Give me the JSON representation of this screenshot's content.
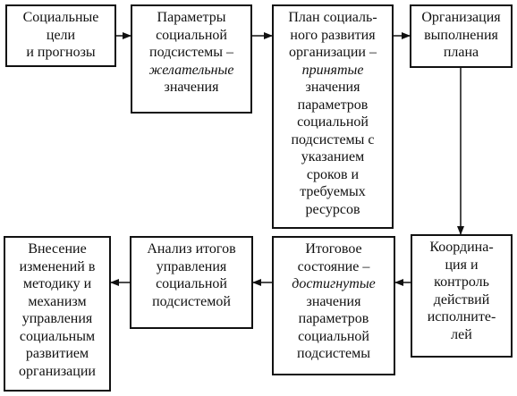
{
  "boxes": [
    {
      "id": "social-goals",
      "lines": [
        {
          "t": "Социальные"
        },
        {
          "t": "цели"
        },
        {
          "t": "и прогнозы"
        }
      ]
    },
    {
      "id": "parameters",
      "lines": [
        {
          "t": "Параметры"
        },
        {
          "t": "социальной"
        },
        {
          "t": "подсистемы –"
        },
        {
          "t": "желательные",
          "i": true
        },
        {
          "t": "значения"
        }
      ]
    },
    {
      "id": "plan",
      "lines": [
        {
          "t": "План социаль-"
        },
        {
          "t": "ного развития"
        },
        {
          "t": "организации –"
        },
        {
          "t": "принятые",
          "i": true
        },
        {
          "t": "значения"
        },
        {
          "t": "параметров"
        },
        {
          "t": "социальной"
        },
        {
          "t": "подсистемы с"
        },
        {
          "t": "указанием"
        },
        {
          "t": "сроков и"
        },
        {
          "t": "требуемых"
        },
        {
          "t": "ресурсов"
        }
      ]
    },
    {
      "id": "organization",
      "lines": [
        {
          "t": "Организация"
        },
        {
          "t": "выполнения"
        },
        {
          "t": "плана"
        }
      ]
    },
    {
      "id": "coordination",
      "lines": [
        {
          "t": "Координа-"
        },
        {
          "t": "ция и"
        },
        {
          "t": "контроль"
        },
        {
          "t": "действий"
        },
        {
          "t": "исполните-"
        },
        {
          "t": "лей"
        }
      ]
    },
    {
      "id": "final-state",
      "lines": [
        {
          "t": "Итоговое"
        },
        {
          "t": "состояние –"
        },
        {
          "t": "достигнутые",
          "i": true
        },
        {
          "t": "значения"
        },
        {
          "t": "параметров"
        },
        {
          "t": "социальной"
        },
        {
          "t": "подсистемы"
        }
      ]
    },
    {
      "id": "analysis",
      "lines": [
        {
          "t": "Анализ итогов"
        },
        {
          "t": "управления"
        },
        {
          "t": "социальной"
        },
        {
          "t": "подсистемой"
        }
      ]
    },
    {
      "id": "changes",
      "lines": [
        {
          "t": "Внесение"
        },
        {
          "t": "изменений в"
        },
        {
          "t": "методику и"
        },
        {
          "t": "механизм"
        },
        {
          "t": "управления"
        },
        {
          "t": "социальным"
        },
        {
          "t": "развитием"
        },
        {
          "t": "организации"
        }
      ]
    }
  ]
}
